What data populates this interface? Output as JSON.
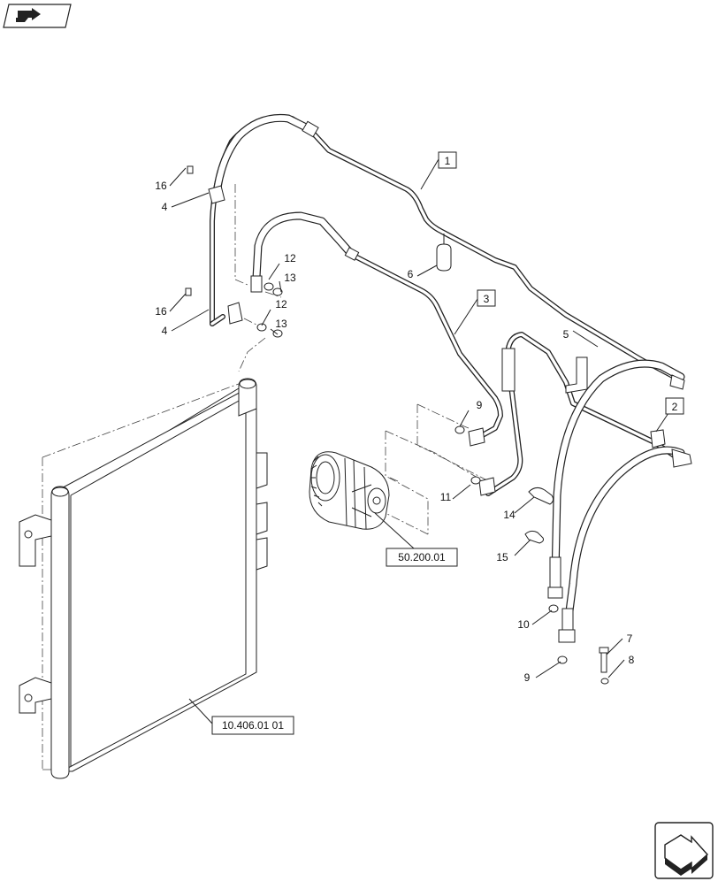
{
  "callouts": {
    "c1": "1",
    "c2": "2",
    "c3": "3",
    "c4a": "4",
    "c4b": "4",
    "c5": "5",
    "c6": "6",
    "c7": "7",
    "c8": "8",
    "c9a": "9",
    "c9b": "9",
    "c10": "10",
    "c11": "11",
    "c12a": "12",
    "c12b": "12",
    "c13a": "13",
    "c13b": "13",
    "c14": "14",
    "c15": "15",
    "c16a": "16",
    "c16b": "16"
  },
  "references": {
    "compressor": "50.200.01",
    "condenser": "10.406.01 01"
  },
  "icons": {
    "top_left": "book-arrow-icon",
    "bottom_right": "next-page-arrow-icon"
  }
}
